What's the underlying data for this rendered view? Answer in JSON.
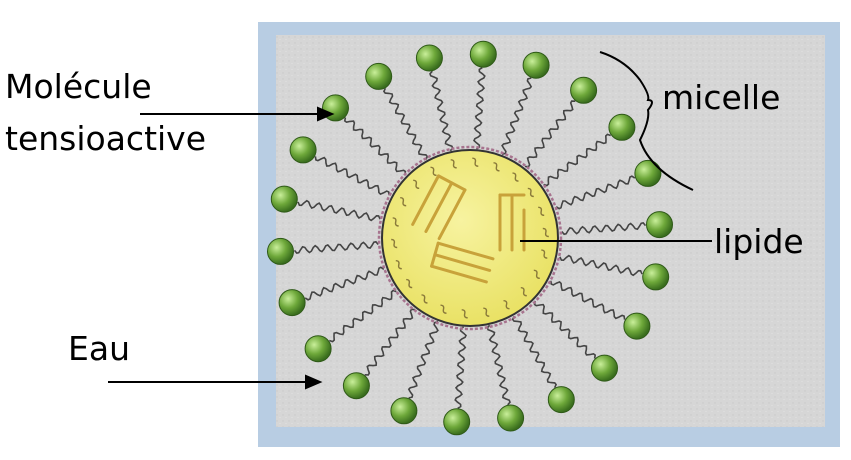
{
  "labels": {
    "molecule_line1": "Molécule",
    "molecule_line2": "tensioactive",
    "water": "Eau",
    "micelle": "micelle",
    "lipid": "lipide"
  },
  "colors": {
    "frame": "#b8cde3",
    "water_fill": "#d8d8d8",
    "lipid_core": "#f2ec7a",
    "head_green": "#6ea83a",
    "tail": "#444444",
    "lipid_bars": "#c8a23a",
    "membrane": "#a7738e"
  }
}
